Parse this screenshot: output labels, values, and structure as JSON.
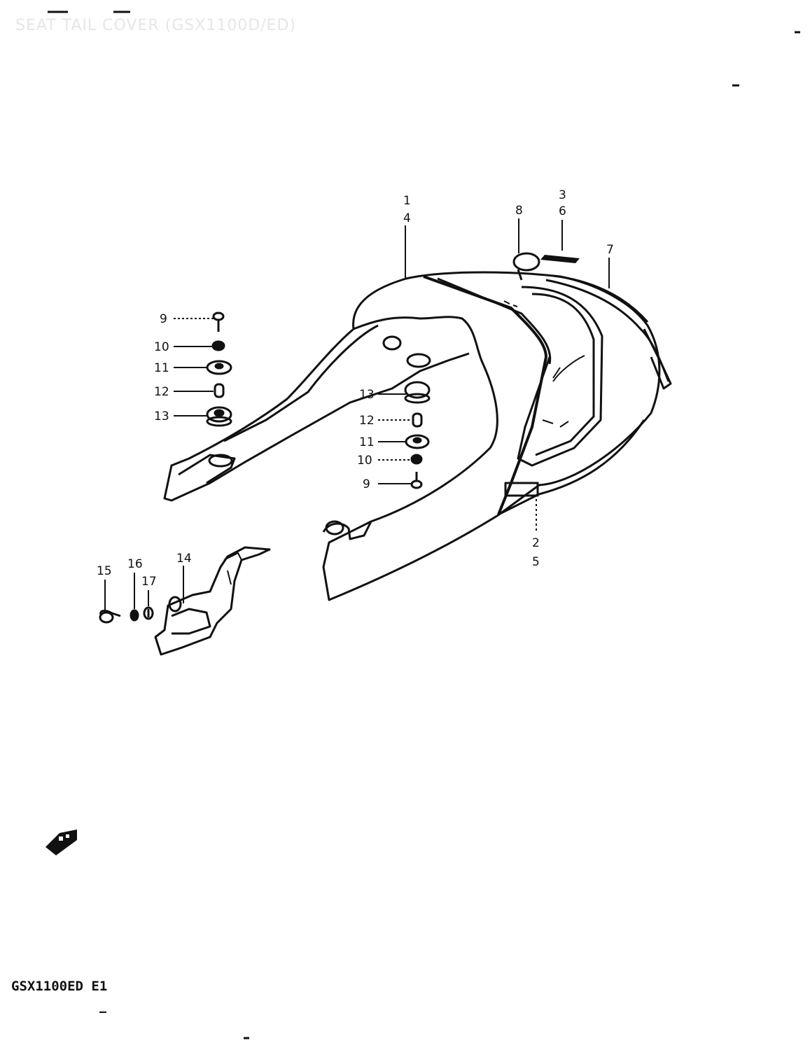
{
  "header": {
    "title": "SEAT TAIL COVER (GSX1100D/ED)"
  },
  "footer": {
    "model_code": "GSX1100ED  E1"
  },
  "callouts": {
    "c1": "1",
    "c4": "4",
    "c3": "3",
    "c6": "6",
    "c8": "8",
    "c7": "7",
    "c2": "2",
    "c5": "5",
    "left_9": "9",
    "left_10": "10",
    "left_11": "11",
    "left_12": "12",
    "left_13": "13",
    "mid_13": "13",
    "mid_12": "12",
    "mid_11": "11",
    "mid_10": "10",
    "mid_9": "9",
    "c14": "14",
    "c15": "15",
    "c16": "16",
    "c17": "17"
  },
  "icons": {
    "front_arrow": "front-direction-arrow-icon"
  },
  "colors": {
    "ink": "#111111",
    "paper": "#ffffff",
    "faded_title": "#e6e6e6"
  }
}
